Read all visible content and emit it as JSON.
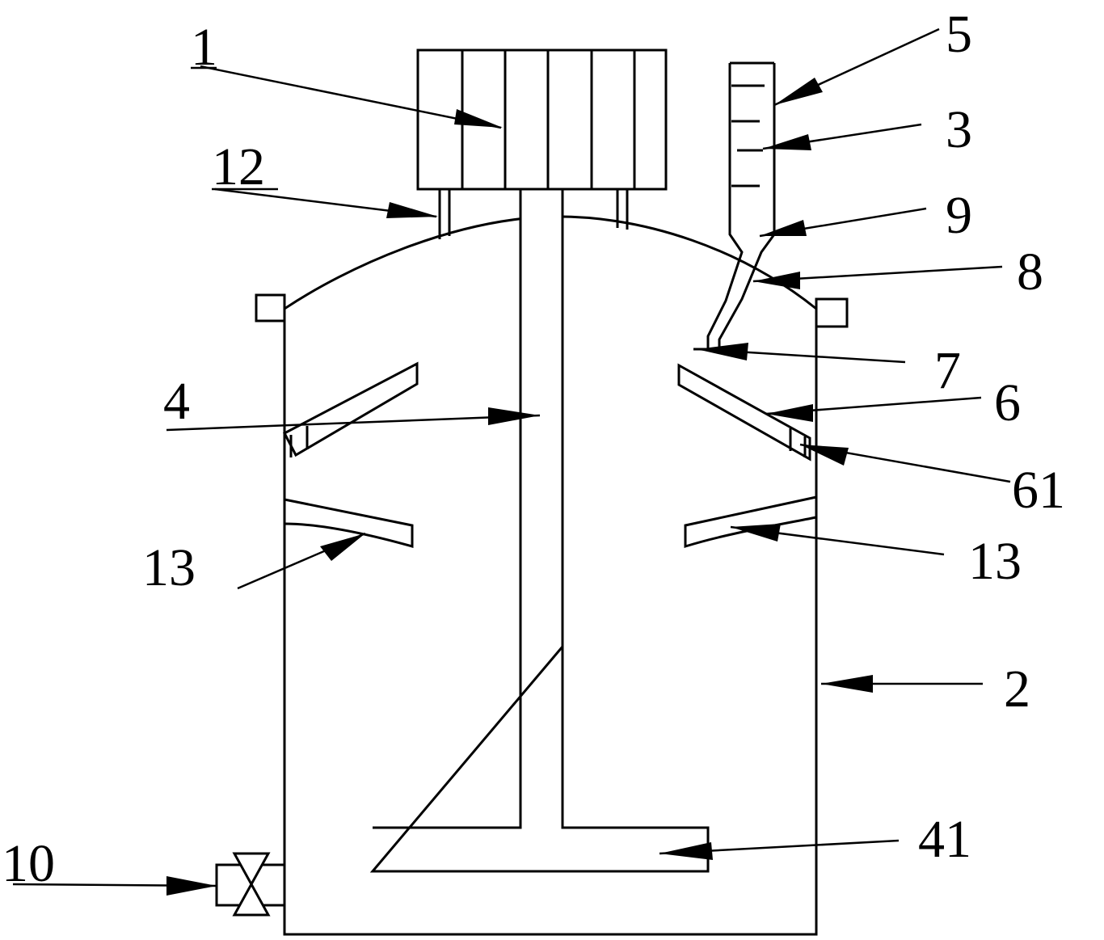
{
  "labels": {
    "motor": "1",
    "tank": "2",
    "funnel_scale": "3",
    "shaft": "4",
    "paddle": "41",
    "funnel": "5",
    "baffle_upper": "6",
    "baffle_upper_bracket": "61",
    "outlet": "7",
    "pipe": "8",
    "neck": "9",
    "valve": "10",
    "support": "12",
    "baffle_lower_left": "13",
    "baffle_lower_right": "13"
  }
}
